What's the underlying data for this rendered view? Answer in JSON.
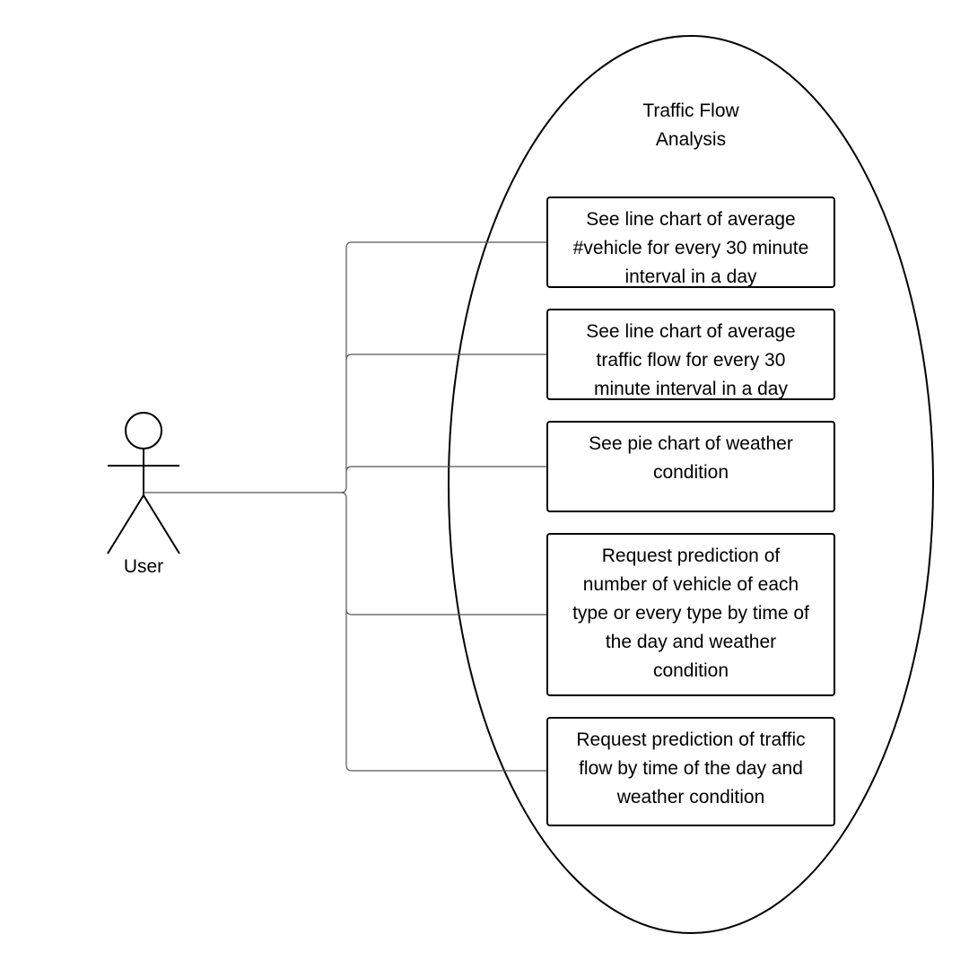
{
  "system": {
    "title_line1": "Traffic Flow",
    "title_line2": "Analysis"
  },
  "actor": {
    "label": "User"
  },
  "use_cases": [
    {
      "label": "See line chart of average\n#vehicle for every 30 minute\ninterval in a day"
    },
    {
      "label": "See line chart of average\ntraffic flow for every 30\nminute interval in a day"
    },
    {
      "label": "See pie chart of weather\ncondition"
    },
    {
      "label": "Request prediction of\nnumber of vehicle of each\ntype or every type by time of\nthe day and weather\ncondition"
    },
    {
      "label": "Request prediction of traffic\nflow by time of the day and\nweather condition"
    }
  ],
  "colors": {
    "stroke": "#000000",
    "connector": "#555555",
    "background": "#ffffff"
  }
}
